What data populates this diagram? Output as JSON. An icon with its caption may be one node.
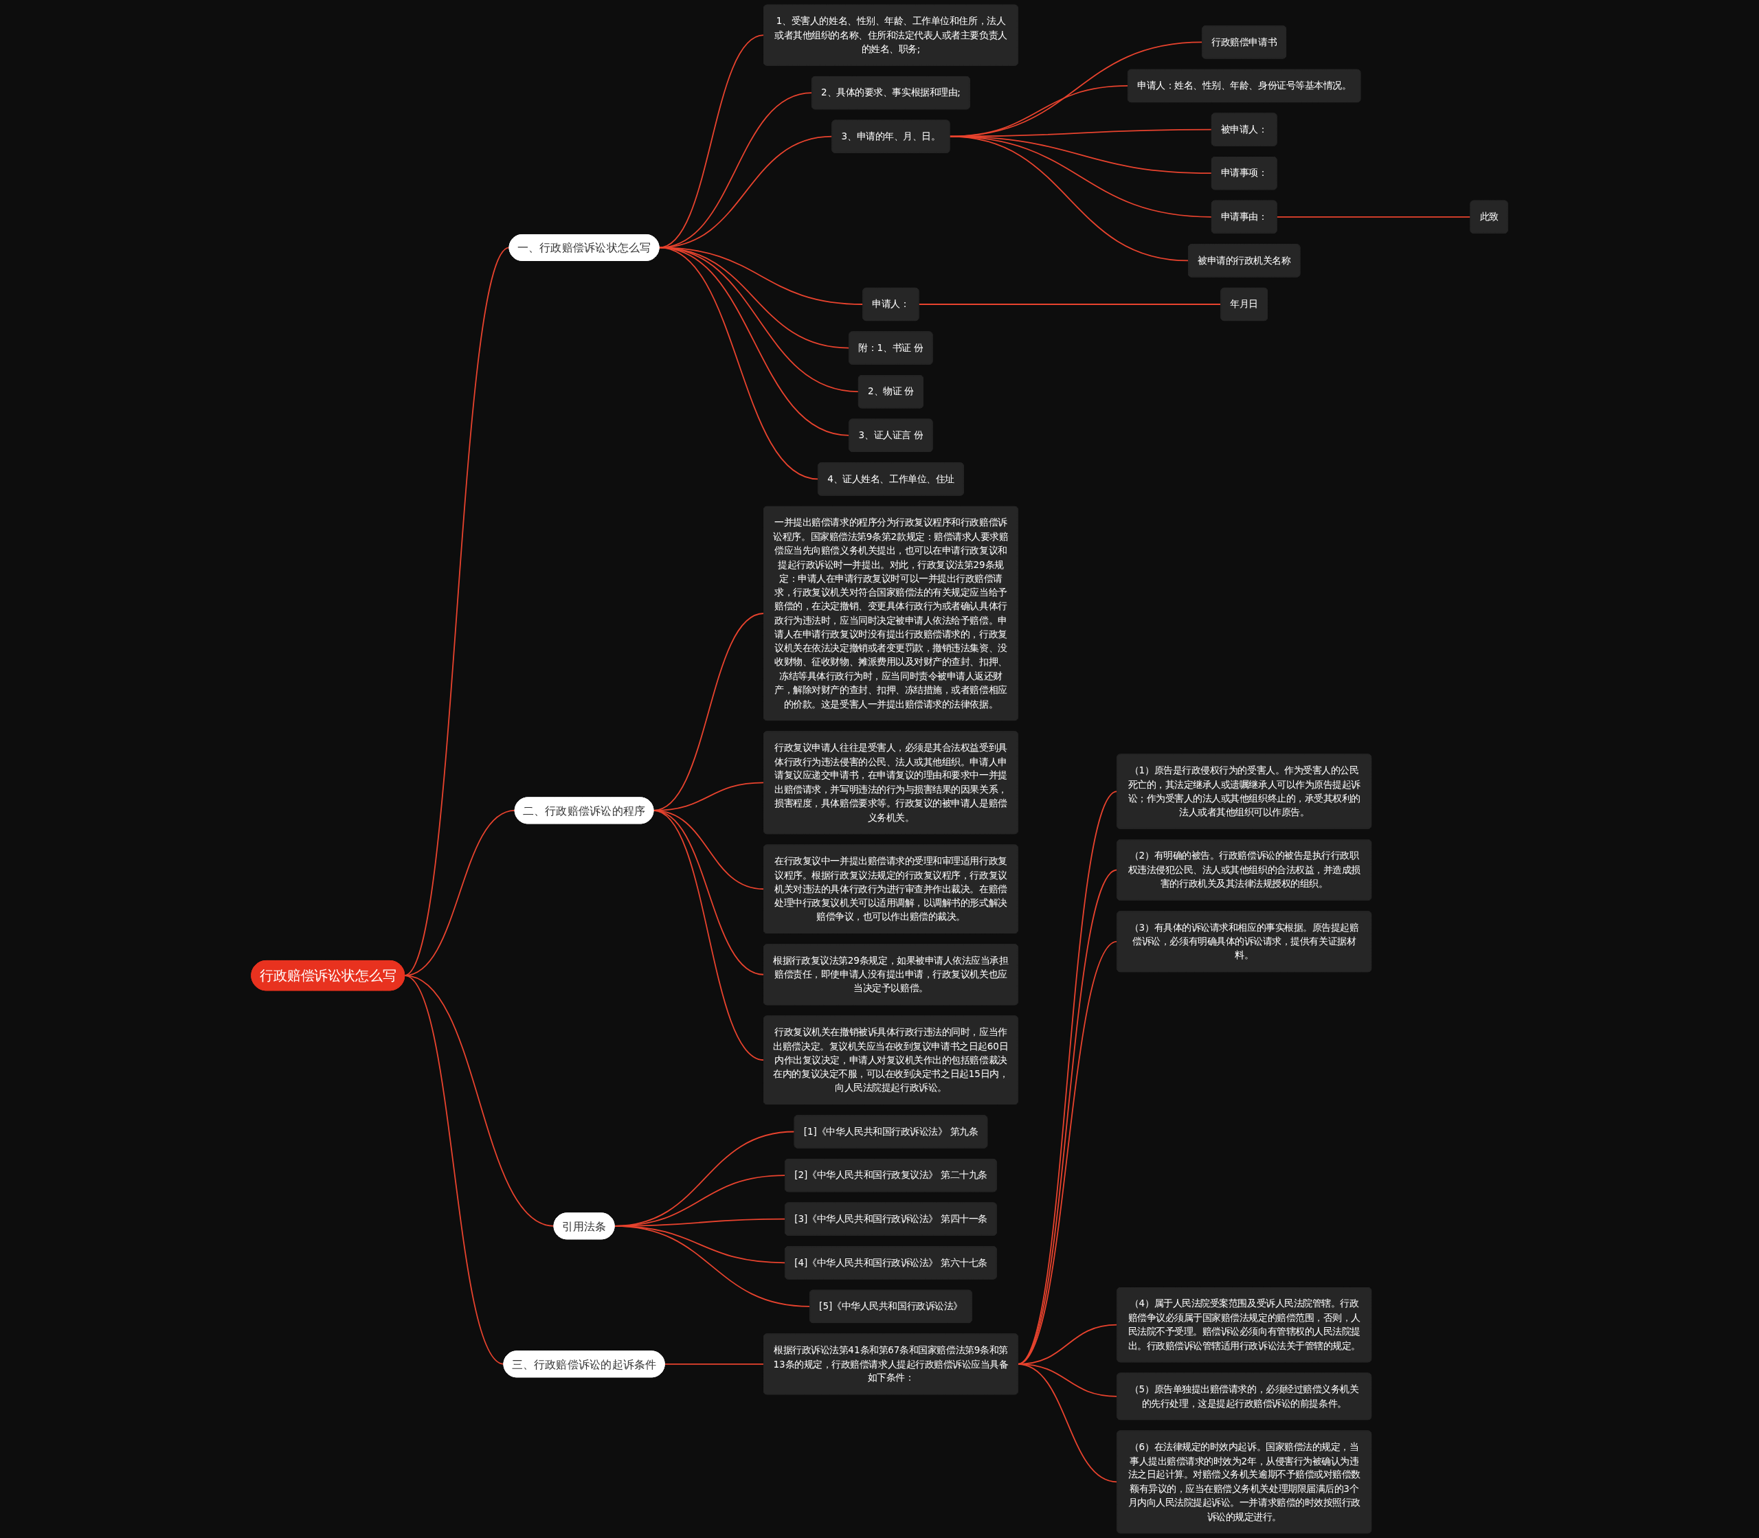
{
  "diagram": {
    "nodes": [
      {
        "text": [
          "行政赔偿诉讼状怎么写"
        ]
      },
      {
        "text": [
          "一、行政赔偿诉讼状怎么写"
        ]
      },
      {
        "text": [
          "1、受害人的姓名、性别、年龄、工作单位和住所，法人或者其他组织的名称、住所和法定代表人或者主要负责人的姓名、职务;"
        ]
      },
      {
        "text": [
          "2、具体的要求、事实根据和理由;"
        ]
      },
      {
        "text": [
          "3、申请的年、月、日。"
        ]
      },
      {
        "text": [
          "行政赔偿申请书"
        ]
      },
      {
        "text": [
          "申请人：姓名、性别、年龄、身份证号等基本情况。"
        ]
      },
      {
        "text": [
          "被申请人："
        ]
      },
      {
        "text": [
          "申请事项："
        ]
      },
      {
        "text": [
          "申请事由："
        ]
      },
      {
        "text": [
          "此致"
        ]
      },
      {
        "text": [
          "被申请的行政机关名称"
        ]
      },
      {
        "text": [
          "申请人："
        ]
      },
      {
        "text": [
          "年月日"
        ]
      },
      {
        "text": [
          "附：1、书证 份"
        ]
      },
      {
        "text": [
          "2、物证 份"
        ]
      },
      {
        "text": [
          "3、证人证言 份"
        ]
      },
      {
        "text": [
          "4、证人姓名、工作单位、住址"
        ]
      },
      {
        "text": [
          "二、行政赔偿诉讼的程序"
        ]
      },
      {
        "text": [
          "一并提出赔偿请求的程序分为行政复议程序和行政赔偿诉讼程序。国家赔偿法第9条第2款规定：赔偿请求人要求赔偿应当先向赔偿义务机关提出，也可以在申请行政复议和提起行政诉讼时一并提出。对此，行政复议法第29条规定：申请人在申请行政复议时可以一并提出行政赔偿请求，行政复议机关对符合国家赔偿法的有关规定应当给予赔偿的，在决定撤销、变更具体行政行为或者确认具体行政行为违法时，应当同时决定被申请人依法给予赔偿。申请人在申请行政复议时没有提出行政赔偿请求的，行政复议机关在依法决定撤销或者变更罚款，撤销违法集资、没收财物、征收财物、摊派费用以及对财产的查封、扣押、冻结等具体行政行为时，应当同时责令被申请人返还财产，解除对财产的查封、扣押、冻结措施，或者赔偿相应的价款。这是受害人一并提出赔偿请求的法律依据。"
        ]
      },
      {
        "text": [
          "行政复议申请人往往是受害人，必须是其合法权益受到具体行政行为违法侵害的公民、法人或其他组织。申请人申请复议应递交申请书，在申请复议的理由和要求中一并提出赔偿请求，并写明违法的行为与损害结果的因果关系，损害程度，具体赔偿要求等。行政复议的被申请人是赔偿义务机关。"
        ]
      },
      {
        "text": [
          "在行政复议中一并提出赔偿请求的受理和审理适用行政复议程序。根据行政复议法规定的行政复议程序，行政复议机关对违法的具体行政行为进行审查并作出裁决。在赔偿处理中行政复议机关可以适用调解，以调解书的形式解决赔偿争议，也可以作出赔偿的裁决。"
        ]
      },
      {
        "text": [
          "根据行政复议法第29条规定，如果被申请人依法应当承担赔偿责任，即使申请人没有提出申请，行政复议机关也应当决定予以赔偿。"
        ]
      },
      {
        "text": [
          "行政复议机关在撤销被诉具体行政行违法的同时，应当作出赔偿决定。复议机关应当在收到复议申请书之日起60日内作出复议决定，申请人对复议机关作出的包括赔偿裁决在内的复议决定不服，可以在收到决定书之日起15日内，向人民法院提起行政诉讼。"
        ]
      },
      {
        "text": [
          "引用法条"
        ]
      },
      {
        "text": [
          "[1]《中华人民共和国行政诉讼法》 第九条"
        ]
      },
      {
        "text": [
          "[2]《中华人民共和国行政复议法》 第二十九条"
        ]
      },
      {
        "text": [
          "[3]《中华人民共和国行政诉讼法》 第四十一条"
        ]
      },
      {
        "text": [
          "[4]《中华人民共和国行政诉讼法》 第六十七条"
        ]
      },
      {
        "text": [
          "[5]《中华人民共和国行政诉讼法》"
        ]
      },
      {
        "text": [
          "三、行政赔偿诉讼的起诉条件"
        ]
      },
      {
        "text": [
          "根据行政诉讼法第41条和第67条和国家赔偿法第9条和第13条的规定，行政赔偿请求人提起行政赔偿诉讼应当具备如下条件："
        ]
      },
      {
        "text": [
          "（1）原告是行政侵权行为的受害人。作为受害人的公民死亡的，其法定继承人或遗嘱继承人可以作为原告提起诉讼；作为受害人的法人或其他组织终止的，承受其权利的法人或者其他组织可以作原告。"
        ]
      },
      {
        "text": [
          "（2）有明确的被告。行政赔偿诉讼的被告是执行行政职权违法侵犯公民、法人或其他组织的合法权益，并造成损害的行政机关及其法律法规授权的组织。"
        ]
      },
      {
        "text": [
          "（3）有具体的诉讼请求和相应的事实根据。原告提起赔偿诉讼，必须有明确具体的诉讼请求，提供有关证据材料。"
        ]
      },
      {
        "text": [
          "（4）属于人民法院受案范围及受诉人民法院管辖。行政赔偿争议必须属于国家赔偿法规定的赔偿范围，否则，人民法院不予受理。赔偿诉讼必须向有管辖权的人民法院提出。行政赔偿诉讼管辖适用行政诉讼法关于管辖的规定。"
        ]
      },
      {
        "text": [
          "（5）原告单独提出赔偿请求的，必须经过赔偿义务机关的先行处理，这是提起行政赔偿诉讼的前提条件。"
        ]
      },
      {
        "text": [
          "（6）在法律规定的时效内起诉。国家赔偿法的规定，当事人提出赔偿请求的时效为2年，从侵害行为被确认为违法之日起计算。对赔偿义务机关逾期不予赔偿或对赔偿数额有异议的，应当在赔偿义务机关处理期限届满后的3个月内向人民法院提起诉讼。一并请求赔偿的时效按照行政诉讼的规定进行。"
        ]
      }
    ],
    "edges": [
      {
        "from": 0,
        "to": 1,
        "arrow": "none"
      },
      {
        "from": 1,
        "to": 2,
        "arrow": "none"
      },
      {
        "from": 1,
        "to": 3,
        "arrow": "none"
      },
      {
        "from": 1,
        "to": 4,
        "arrow": "none"
      },
      {
        "from": 4,
        "to": 5,
        "arrow": "none"
      },
      {
        "from": 4,
        "to": 6,
        "arrow": "none"
      },
      {
        "from": 4,
        "to": 7,
        "arrow": "none"
      },
      {
        "from": 4,
        "to": 8,
        "arrow": "none"
      },
      {
        "from": 4,
        "to": 9,
        "arrow": "none"
      },
      {
        "from": 9,
        "to": 10,
        "arrow": "none"
      },
      {
        "from": 4,
        "to": 11,
        "arrow": "none"
      },
      {
        "from": 1,
        "to": 12,
        "arrow": "none"
      },
      {
        "from": 12,
        "to": 13,
        "arrow": "none"
      },
      {
        "from": 1,
        "to": 14,
        "arrow": "none"
      },
      {
        "from": 1,
        "to": 15,
        "arrow": "none"
      },
      {
        "from": 1,
        "to": 16,
        "arrow": "none"
      },
      {
        "from": 1,
        "to": 17,
        "arrow": "none"
      },
      {
        "from": 0,
        "to": 18,
        "arrow": "none"
      },
      {
        "from": 18,
        "to": 19,
        "arrow": "none"
      },
      {
        "from": 18,
        "to": 20,
        "arrow": "none"
      },
      {
        "from": 18,
        "to": 21,
        "arrow": "none"
      },
      {
        "from": 18,
        "to": 22,
        "arrow": "none"
      },
      {
        "from": 18,
        "to": 23,
        "arrow": "none"
      },
      {
        "from": 0,
        "to": 24,
        "arrow": "none"
      },
      {
        "from": 24,
        "to": 25,
        "arrow": "none"
      },
      {
        "from": 24,
        "to": 26,
        "arrow": "none"
      },
      {
        "from": 24,
        "to": 27,
        "arrow": "none"
      },
      {
        "from": 24,
        "to": 28,
        "arrow": "none"
      },
      {
        "from": 24,
        "to": 29,
        "arrow": "none"
      },
      {
        "from": 0,
        "to": 30,
        "arrow": "none"
      },
      {
        "from": 30,
        "to": 31,
        "arrow": "none"
      },
      {
        "from": 31,
        "to": 32,
        "arrow": "none"
      },
      {
        "from": 31,
        "to": 33,
        "arrow": "none"
      },
      {
        "from": 31,
        "to": 34,
        "arrow": "none"
      },
      {
        "from": 31,
        "to": 35,
        "arrow": "none"
      },
      {
        "from": 31,
        "to": 36,
        "arrow": "none"
      },
      {
        "from": 31,
        "to": 37,
        "arrow": "none"
      }
    ]
  }
}
